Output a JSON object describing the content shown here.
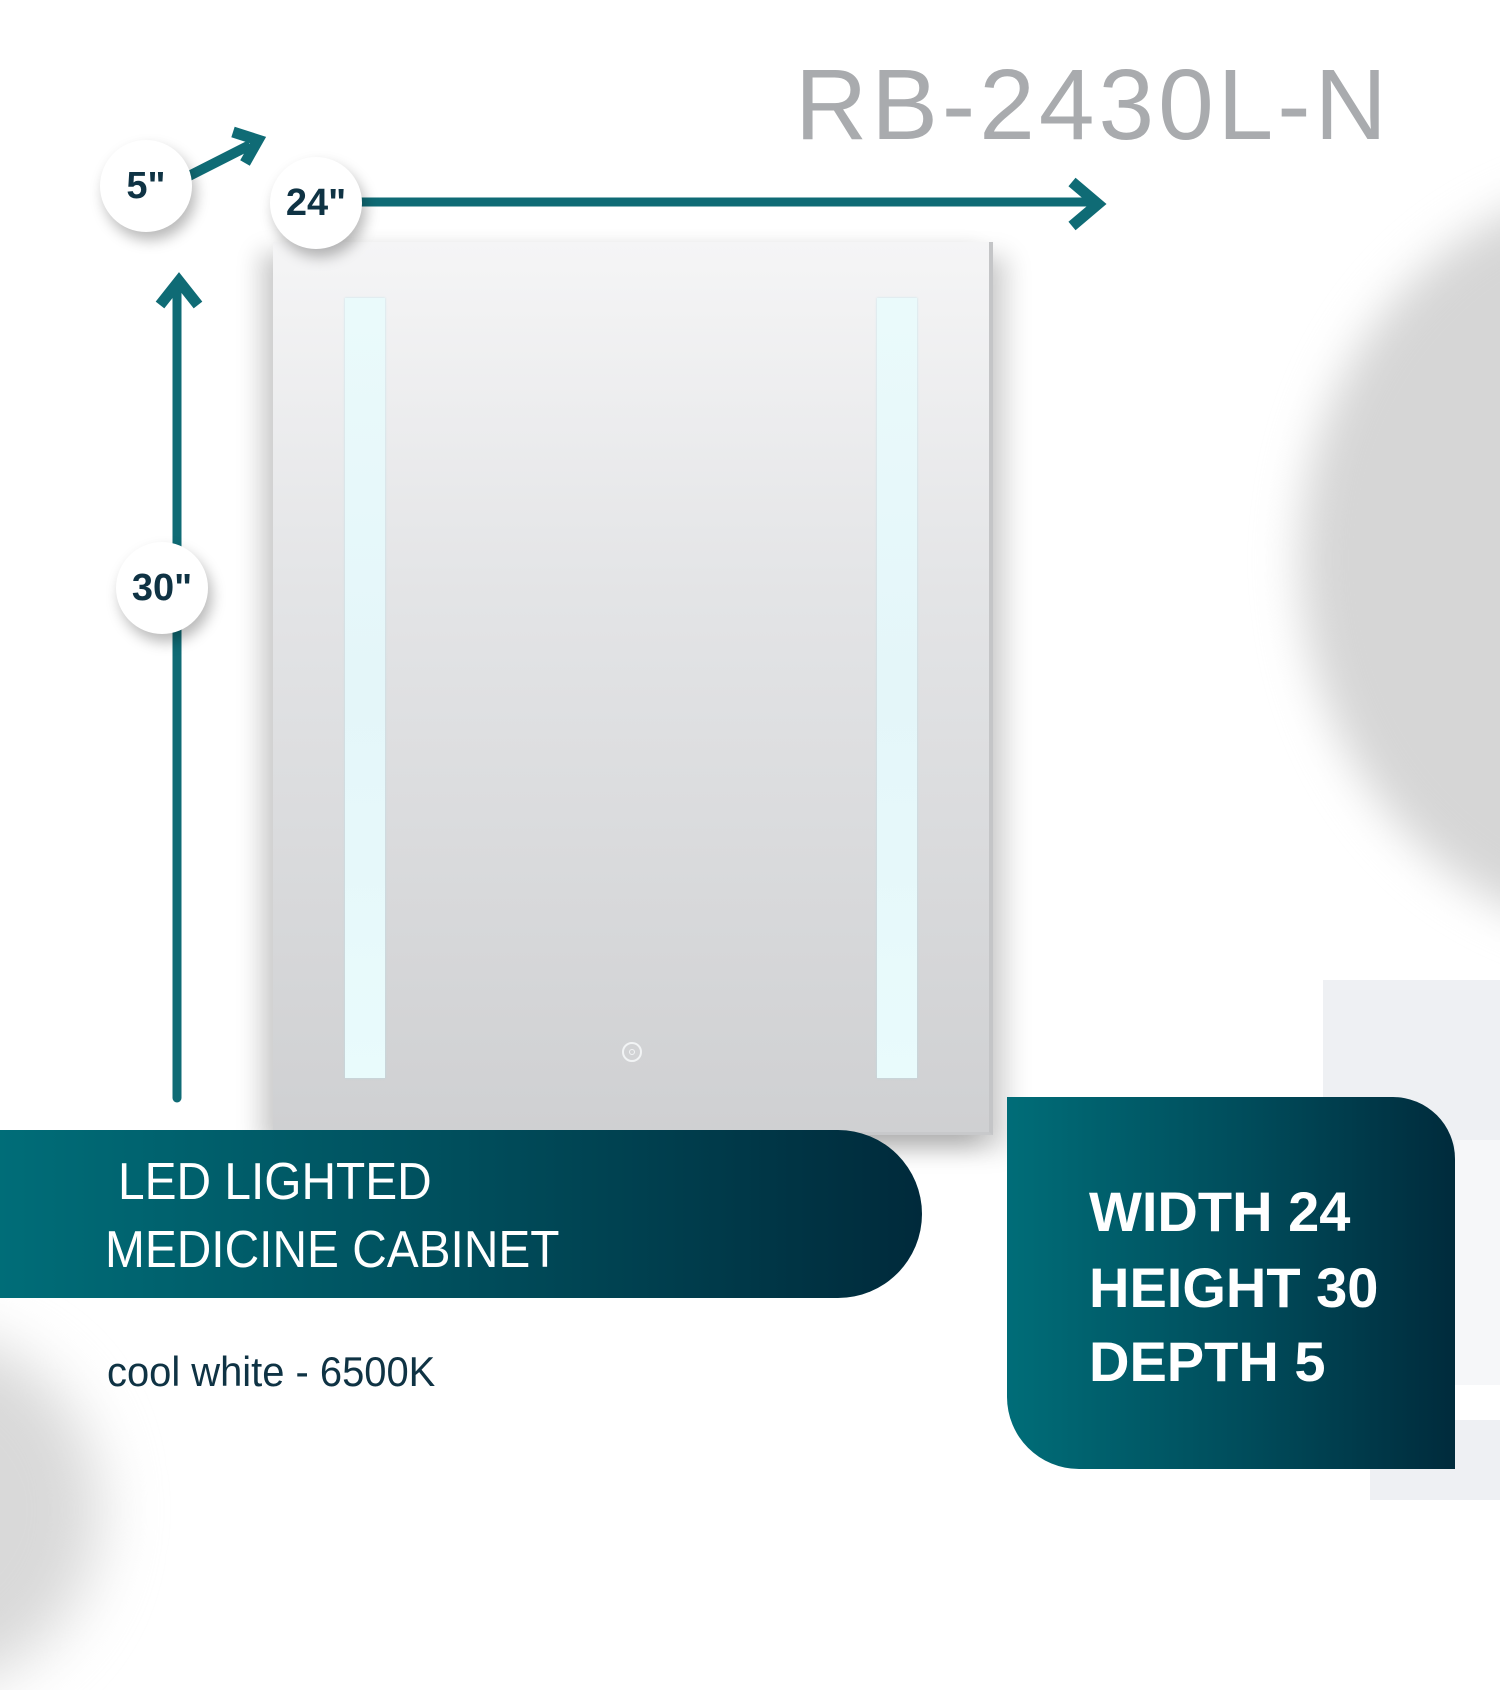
{
  "product": {
    "model": "RB-2430L-N",
    "type_line1": "LED LIGHTED",
    "type_line2": "MEDICINE CABINET",
    "light_color": "cool white - 6500K"
  },
  "dimensions": {
    "depth_label": "5\"",
    "width_label": "24\"",
    "height_label": "30\""
  },
  "specs": [
    {
      "label": "WIDTH 24"
    },
    {
      "label": "HEIGHT 30"
    },
    {
      "label": "DEPTH 5"
    }
  ],
  "icons": {
    "power": "power-touch-icon"
  },
  "colors": {
    "accent_teal": "#006d78",
    "dark_navy": "#002a3b",
    "title_gray": "#a9abae",
    "text_dark": "#0f3344",
    "arrow_teal": "#0f6b75"
  }
}
